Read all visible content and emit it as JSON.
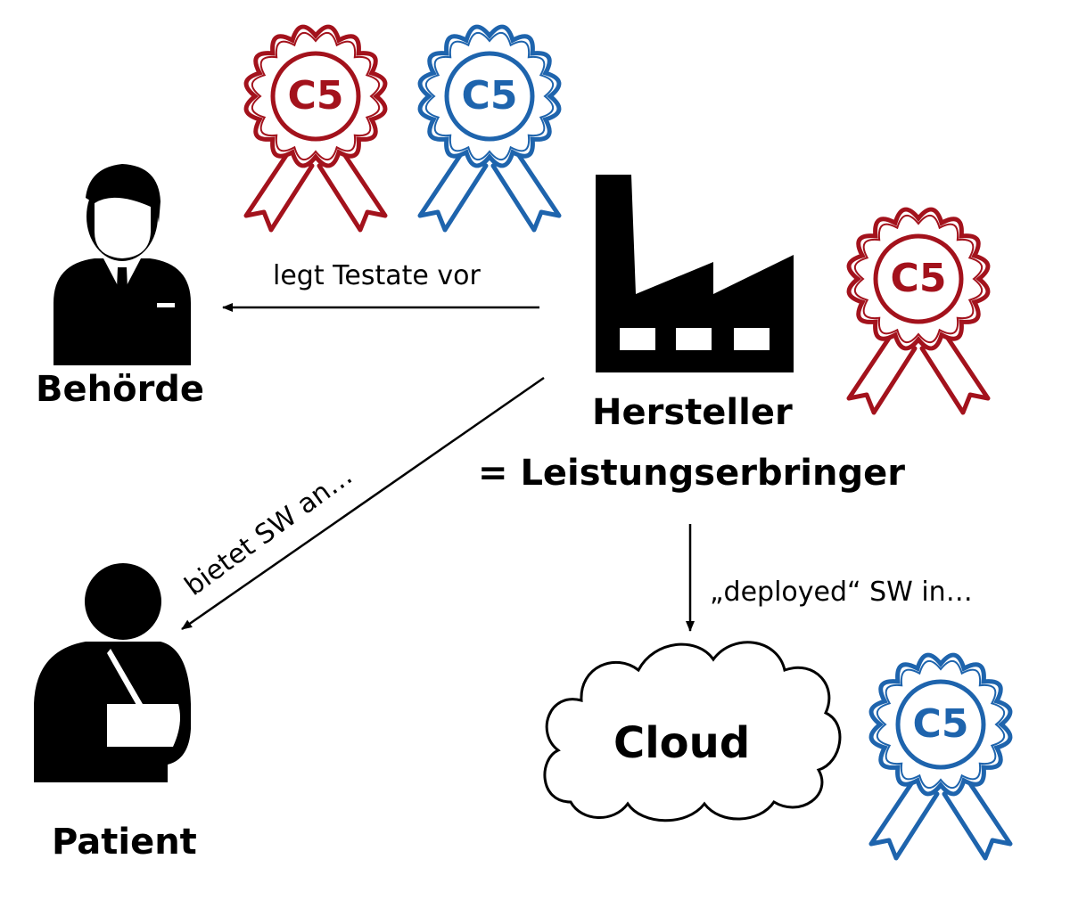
{
  "actors": {
    "authority": "Behörde",
    "manufacturer_line1": "Hersteller",
    "manufacturer_line2": "= Leistungserbringer",
    "patient": "Patient",
    "cloud": "Cloud"
  },
  "edges": {
    "to_authority": "legt Testate vor",
    "to_patient": "bietet SW an…",
    "to_cloud": "„deployed“ SW in…"
  },
  "badge": {
    "text": "C5"
  },
  "colors": {
    "red": "#a3121c",
    "blue": "#1e64ad",
    "black": "#000000"
  },
  "icons": [
    "businessman-icon",
    "factory-icon",
    "injured-patient-icon",
    "cloud-icon",
    "rosette-icon"
  ]
}
